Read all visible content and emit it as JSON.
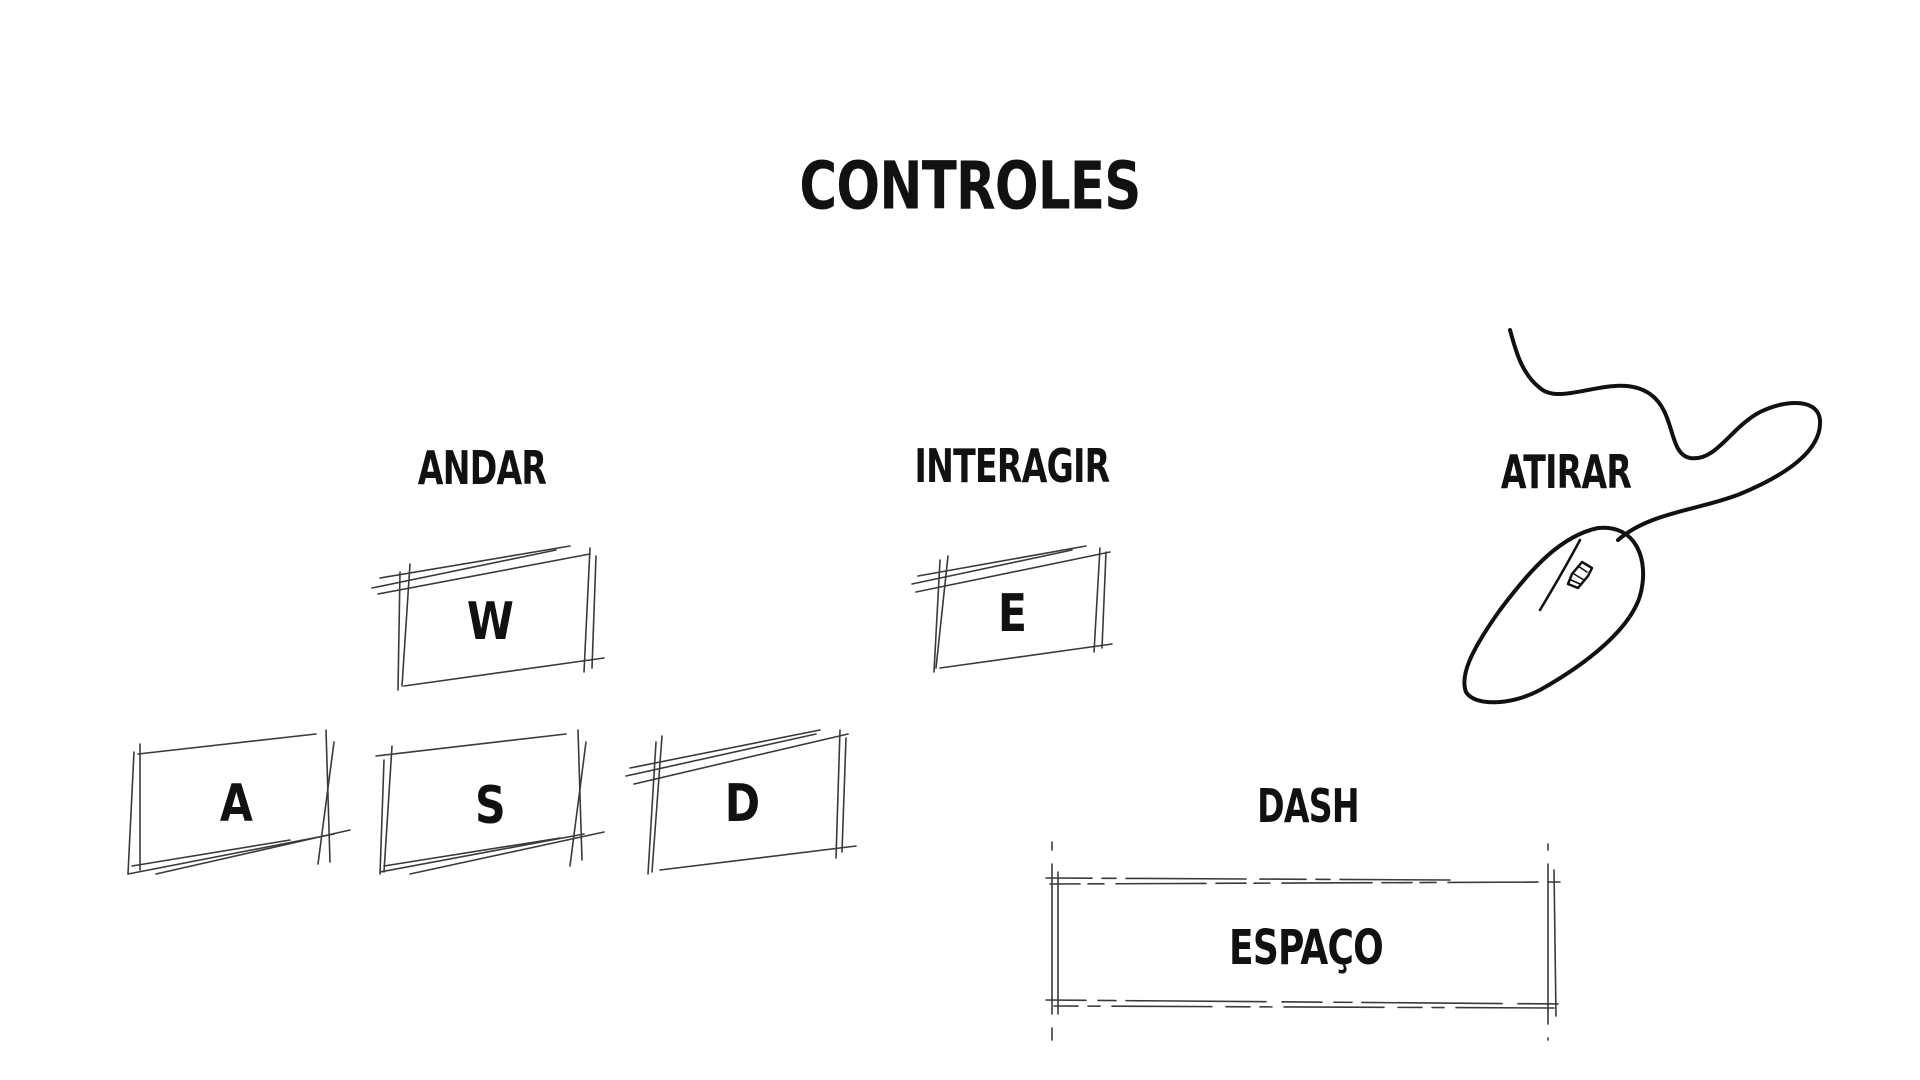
{
  "screen": {
    "title": "CONTROLES"
  },
  "controls": {
    "walk": {
      "label": "ANDAR",
      "keys": [
        "W",
        "A",
        "S",
        "D"
      ]
    },
    "interact": {
      "label": "INTERAGIR",
      "key": "E"
    },
    "shoot": {
      "label": "ATIRAR",
      "device_icon": "mouse-icon"
    },
    "dash": {
      "label": "DASH",
      "key": "ESPAÇO"
    }
  },
  "colors": {
    "background": "#ffffff",
    "ink": "#111111",
    "pencil": "#3a3a3a"
  }
}
